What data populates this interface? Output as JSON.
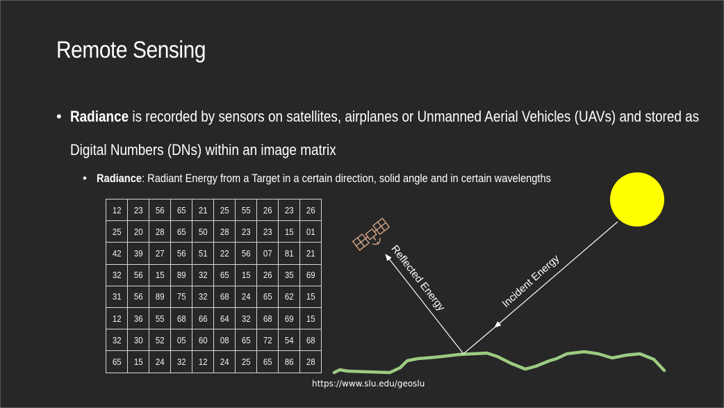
{
  "slide": {
    "title": "Remote Sensing",
    "bullet_1": {
      "bold": "Radiance",
      "text": " is recorded by sensors on satellites, airplanes or Unmanned Aerial Vehicles (UAVs) and stored as Digital Numbers (DNs) within an image matrix"
    },
    "bullet_2": {
      "bold": "Radiance",
      "text": ": Radiant Energy from a Target in a certain direction, solid angle and in certain wavelengths"
    },
    "matrix": [
      [
        "12",
        "23",
        "56",
        "65",
        "21",
        "25",
        "55",
        "26",
        "23",
        "26"
      ],
      [
        "25",
        "20",
        "28",
        "65",
        "50",
        "28",
        "23",
        "23",
        "15",
        "01"
      ],
      [
        "42",
        "39",
        "27",
        "56",
        "51",
        "22",
        "56",
        "07",
        "81",
        "21"
      ],
      [
        "32",
        "56",
        "15",
        "89",
        "32",
        "65",
        "15",
        "26",
        "35",
        "69"
      ],
      [
        "31",
        "56",
        "89",
        "75",
        "32",
        "68",
        "24",
        "65",
        "62",
        "15"
      ],
      [
        "12",
        "36",
        "55",
        "68",
        "66",
        "64",
        "32",
        "68",
        "69",
        "15"
      ],
      [
        "32",
        "30",
        "52",
        "05",
        "60",
        "08",
        "65",
        "72",
        "54",
        "68"
      ],
      [
        "65",
        "15",
        "24",
        "32",
        "12",
        "24",
        "25",
        "65",
        "86",
        "28"
      ]
    ],
    "diagram": {
      "incident_label": "Incident Energy",
      "reflected_label": "Reflected Energy",
      "sun_color": "#ffff00",
      "terrain_color": "#9ccc82",
      "satellite_color": "#e3b18f",
      "sun_icon": "sun-icon",
      "satellite_icon": "satellite-icon"
    },
    "source": "https://www.slu.edu/geoslu"
  }
}
